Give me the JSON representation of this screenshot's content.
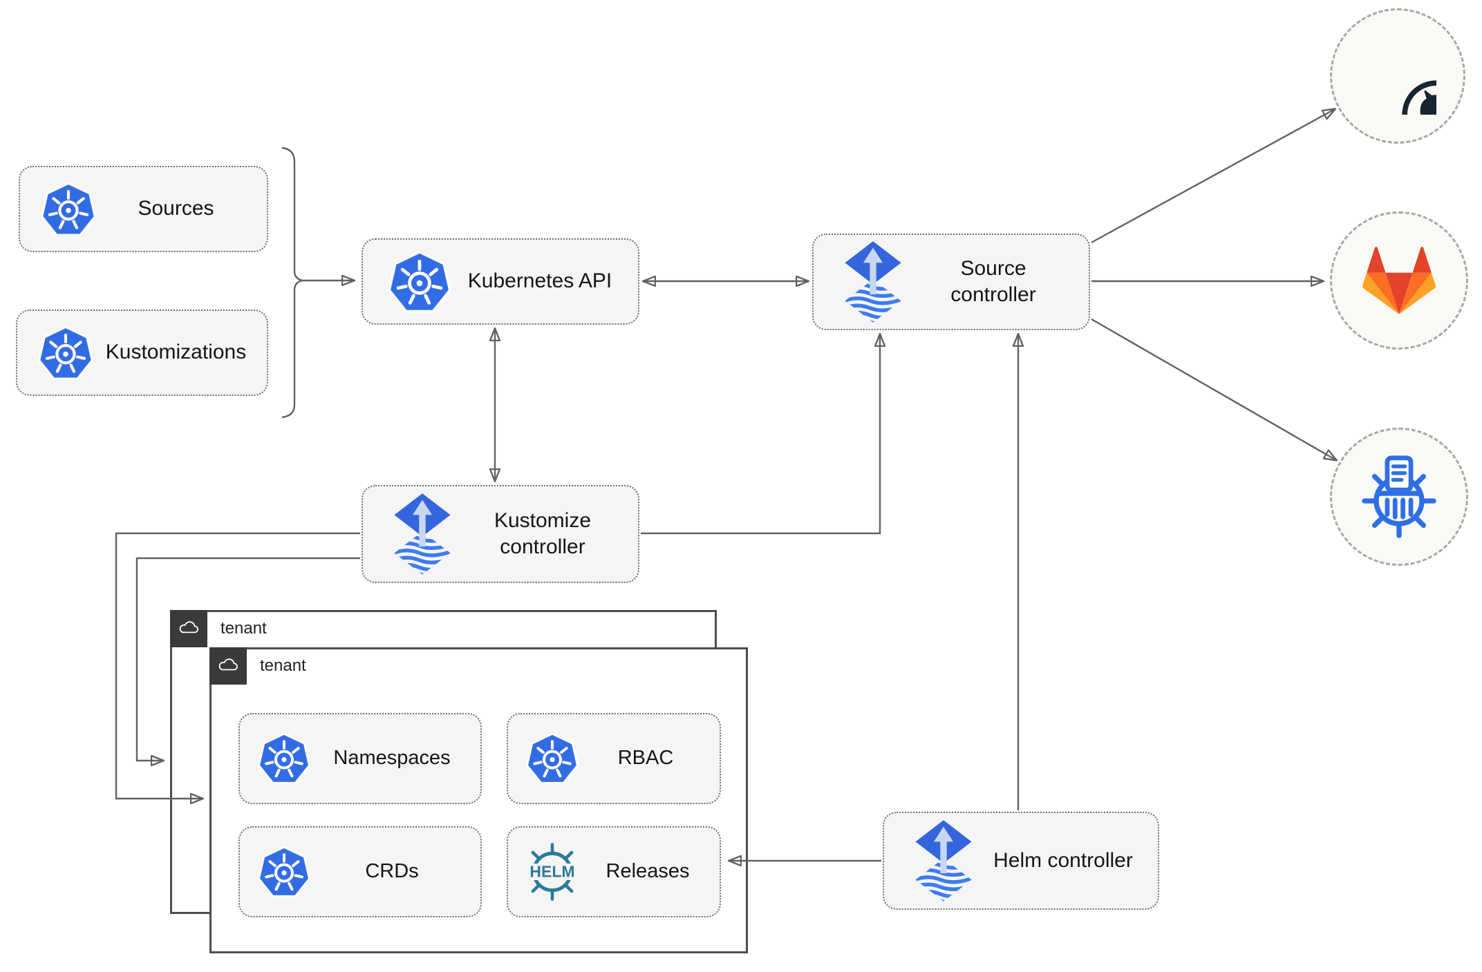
{
  "diagram": {
    "nodes": {
      "sources": "Sources",
      "kustomizations": "Kustomizations",
      "kubernetes_api": "Kubernetes API",
      "source_controller": "Source controller",
      "kustomize_controller": "Kustomize controller",
      "helm_controller": "Helm controller",
      "namespaces": "Namespaces",
      "rbac": "RBAC",
      "crds": "CRDs",
      "releases": "Releases"
    },
    "containers": {
      "tenant_back": "tenant",
      "tenant_front": "tenant"
    },
    "icon_text": {
      "helm": "HELM"
    },
    "icons": {
      "kubernetes": "kubernetes-wheel-icon",
      "flux": "flux-diamond-icon",
      "helm": "helm-wheel-icon",
      "cloud": "cloud-icon",
      "github": "github-octocat-icon",
      "gitlab": "gitlab-tanuki-icon",
      "registry": "container-registry-icon"
    },
    "colors": {
      "kubernetes_blue": "#326ce5",
      "flux_blue": "#3366dc",
      "flux_arrow_light": "#c7d6f3",
      "helm_teal": "#2b7a9b",
      "github_dark": "#17252f",
      "gitlab_red": "#e24329",
      "gitlab_orange": "#fc6d26",
      "gitlab_yellow": "#fca326",
      "connector_gray": "#616161",
      "node_fill": "#f5f5f5",
      "tenant_header_dark": "#3a3a3a"
    },
    "edges": [
      {
        "from": "sources+kustomizations",
        "to": "kubernetes-api",
        "type": "arrow"
      },
      {
        "from": "kubernetes-api",
        "to": "source-controller",
        "type": "double-arrow"
      },
      {
        "from": "kubernetes-api",
        "to": "kustomize-controller",
        "type": "double-arrow"
      },
      {
        "from": "kustomize-controller",
        "to": "source-controller",
        "type": "arrow"
      },
      {
        "from": "helm-controller",
        "to": "source-controller",
        "type": "arrow"
      },
      {
        "from": "source-controller",
        "to": "github",
        "type": "arrow"
      },
      {
        "from": "source-controller",
        "to": "gitlab",
        "type": "arrow"
      },
      {
        "from": "source-controller",
        "to": "container-registry",
        "type": "arrow"
      },
      {
        "from": "kustomize-controller",
        "to": "tenant-back",
        "type": "arrow"
      },
      {
        "from": "kustomize-controller",
        "to": "tenant-front",
        "type": "arrow"
      },
      {
        "from": "helm-controller",
        "to": "releases",
        "type": "arrow"
      }
    ]
  }
}
